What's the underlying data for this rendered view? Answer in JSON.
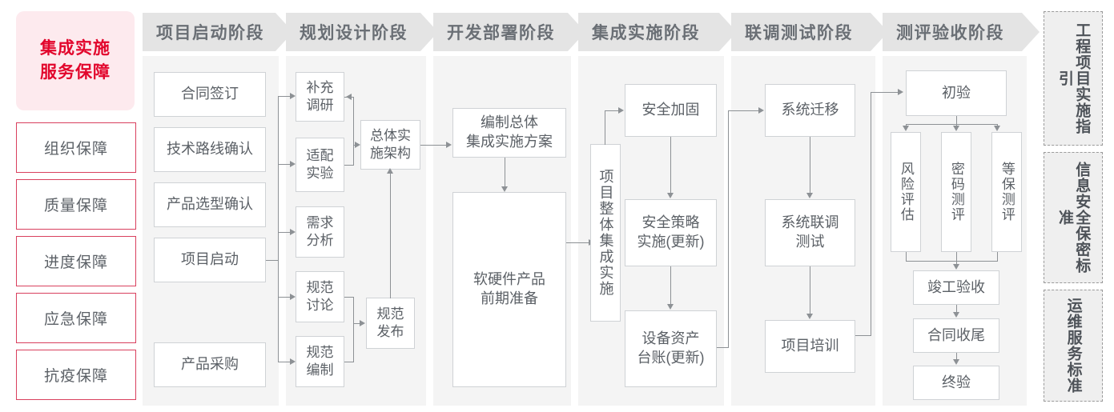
{
  "colors": {
    "accent_red": "#e2062c",
    "guard_border": "#d9405e",
    "lead_bg": "#fdeaee",
    "stage_head_bg": "#e4e4e4",
    "stage_body_bg": "#f4f4f4",
    "node_border": "#cfd2d5",
    "text_gray": "#5b6066",
    "connector": "#8d9195"
  },
  "sidebar": {
    "lead_title": "集成实施\n服务保障",
    "lead_line1": "集成实施",
    "lead_line2": "服务保障",
    "items": [
      {
        "label": "组织保障"
      },
      {
        "label": "质量保障"
      },
      {
        "label": "进度保障"
      },
      {
        "label": "应急保障"
      },
      {
        "label": "抗疫保障"
      }
    ]
  },
  "stages": [
    {
      "id": "startup",
      "title": "项目启动阶段",
      "nodes": [
        {
          "label": "合同签订"
        },
        {
          "label": "技术路线确认"
        },
        {
          "label": "产品选型确认"
        },
        {
          "label": "项目启动"
        },
        {
          "label": "产品采购"
        }
      ]
    },
    {
      "id": "planning",
      "title": "规划设计阶段",
      "nodes": [
        {
          "label": "补充\n调研",
          "l1": "补充",
          "l2": "调研"
        },
        {
          "label": "适配\n实验",
          "l1": "适配",
          "l2": "实验"
        },
        {
          "label": "需求\n分析",
          "l1": "需求",
          "l2": "分析"
        },
        {
          "label": "规范\n讨论",
          "l1": "规范",
          "l2": "讨论"
        },
        {
          "label": "规范\n编制",
          "l1": "规范",
          "l2": "编制"
        },
        {
          "label": "总体实\n施架构",
          "l1": "总体实",
          "l2": "施架构"
        },
        {
          "label": "规范\n发布",
          "l1": "规范",
          "l2": "发布"
        }
      ]
    },
    {
      "id": "develop",
      "title": "开发部署阶段",
      "nodes": [
        {
          "label": "编制总体\n集成实施方案",
          "l1": "编制总体",
          "l2": "集成实施方案"
        },
        {
          "label": "软硬件产品\n前期准备",
          "l1": "软硬件产品",
          "l2": "前期准备"
        }
      ]
    },
    {
      "id": "integration",
      "title": "集成实施阶段",
      "nodes": [
        {
          "label": "项目整体集成实施"
        },
        {
          "label": "安全加固"
        },
        {
          "label": "安全策略\n实施(更新)",
          "l1": "安全策略",
          "l2": "实施(更新)"
        },
        {
          "label": "设备资产\n台账(更新)",
          "l1": "设备资产",
          "l2": "台账(更新)"
        }
      ]
    },
    {
      "id": "joint-test",
      "title": "联调测试阶段",
      "nodes": [
        {
          "label": "系统迁移"
        },
        {
          "label": "系统联调\n测试",
          "l1": "系统联调",
          "l2": "测试"
        },
        {
          "label": "项目培训"
        }
      ]
    },
    {
      "id": "acceptance",
      "title": "测评验收阶段",
      "nodes": [
        {
          "label": "初验"
        },
        {
          "label": "风险评估"
        },
        {
          "label": "密码测评"
        },
        {
          "label": "等保测评"
        },
        {
          "label": "竣工验收"
        },
        {
          "label": "合同收尾"
        },
        {
          "label": "终验"
        }
      ]
    }
  ],
  "standards_rail": [
    {
      "label": "工程项目实施指引"
    },
    {
      "label": "信息安全保密标准"
    },
    {
      "label": "运维服务标准"
    }
  ]
}
